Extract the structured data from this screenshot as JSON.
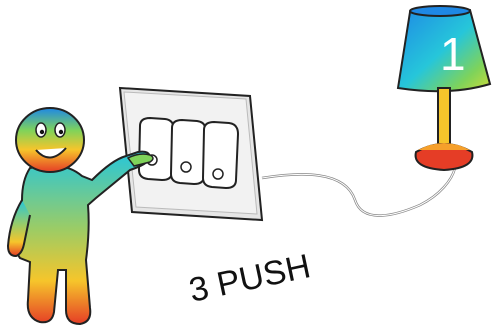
{
  "caption": {
    "text": "3 PUSH"
  },
  "lamp": {
    "number_label": "1"
  },
  "switch_panel": {
    "button_count": 3,
    "pressed_button": 1
  },
  "colors": {
    "gradient_top": "#1e88e5",
    "gradient_mid": "#7fd35a",
    "gradient_low": "#f6c52b",
    "gradient_bottom": "#e53d26",
    "plate": "#e6e6e6",
    "outline": "#222222",
    "cord": "#666666"
  },
  "icons": [
    "person-figure-icon",
    "light-switch-icon",
    "table-lamp-icon"
  ]
}
